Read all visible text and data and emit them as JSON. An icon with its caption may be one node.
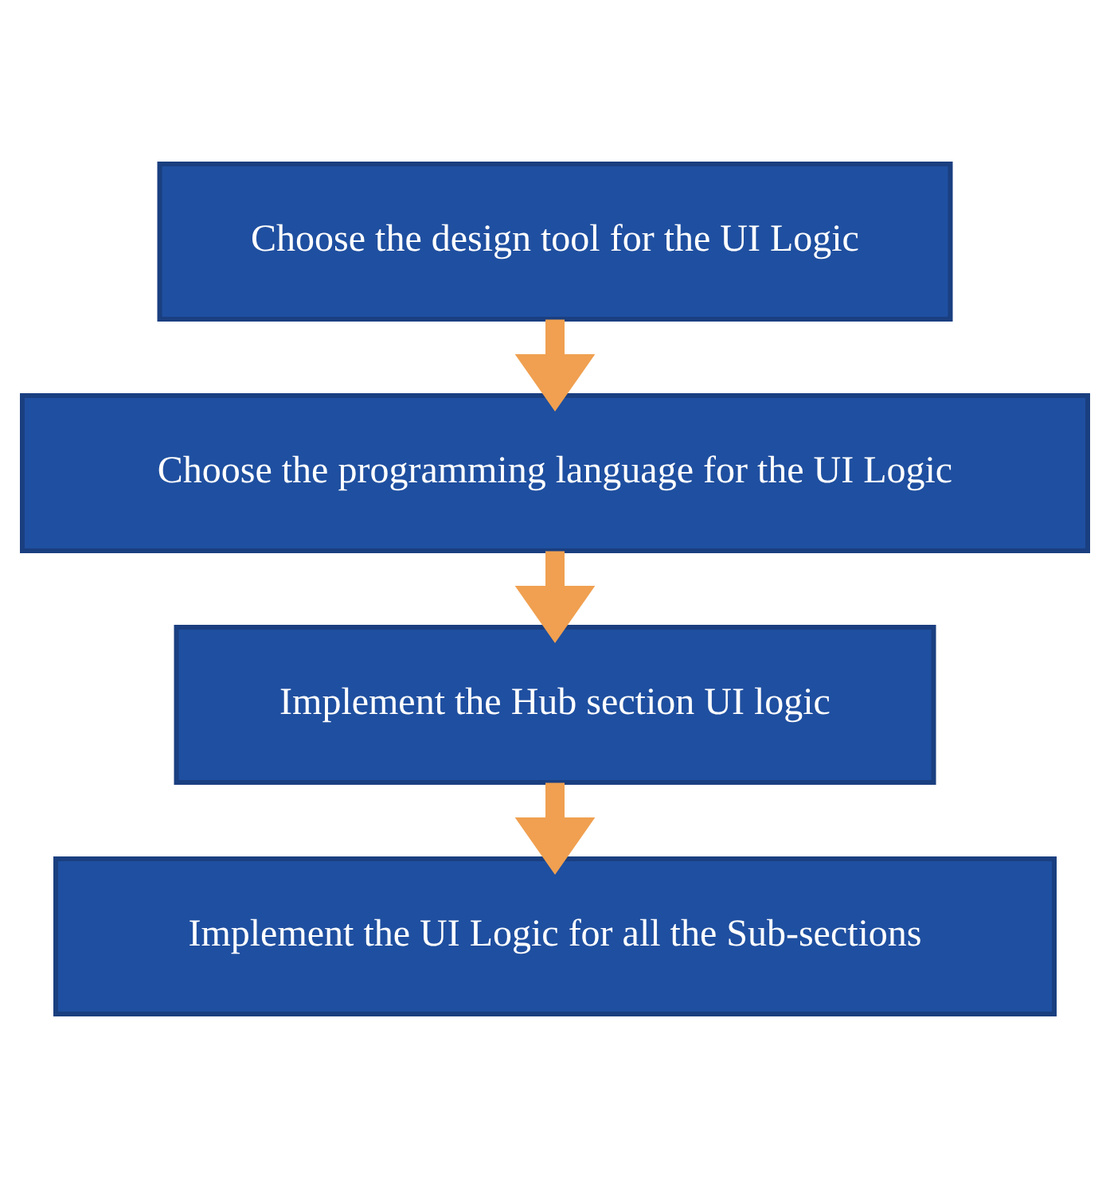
{
  "diagram": {
    "nodes": [
      {
        "text": [
          "Choose the design tool for the UI Logic"
        ]
      },
      {
        "text": [
          "Choose the programming language for the UI Logic"
        ]
      },
      {
        "text": [
          "Implement the Hub section UI logic"
        ]
      },
      {
        "text": [
          "Implement the UI Logic for all the Sub-sections"
        ]
      }
    ],
    "edges": [
      {
        "from": 0,
        "to": 1,
        "arrow": "to"
      },
      {
        "from": 1,
        "to": 2,
        "arrow": "to"
      },
      {
        "from": 2,
        "to": 3,
        "arrow": "to"
      }
    ]
  }
}
